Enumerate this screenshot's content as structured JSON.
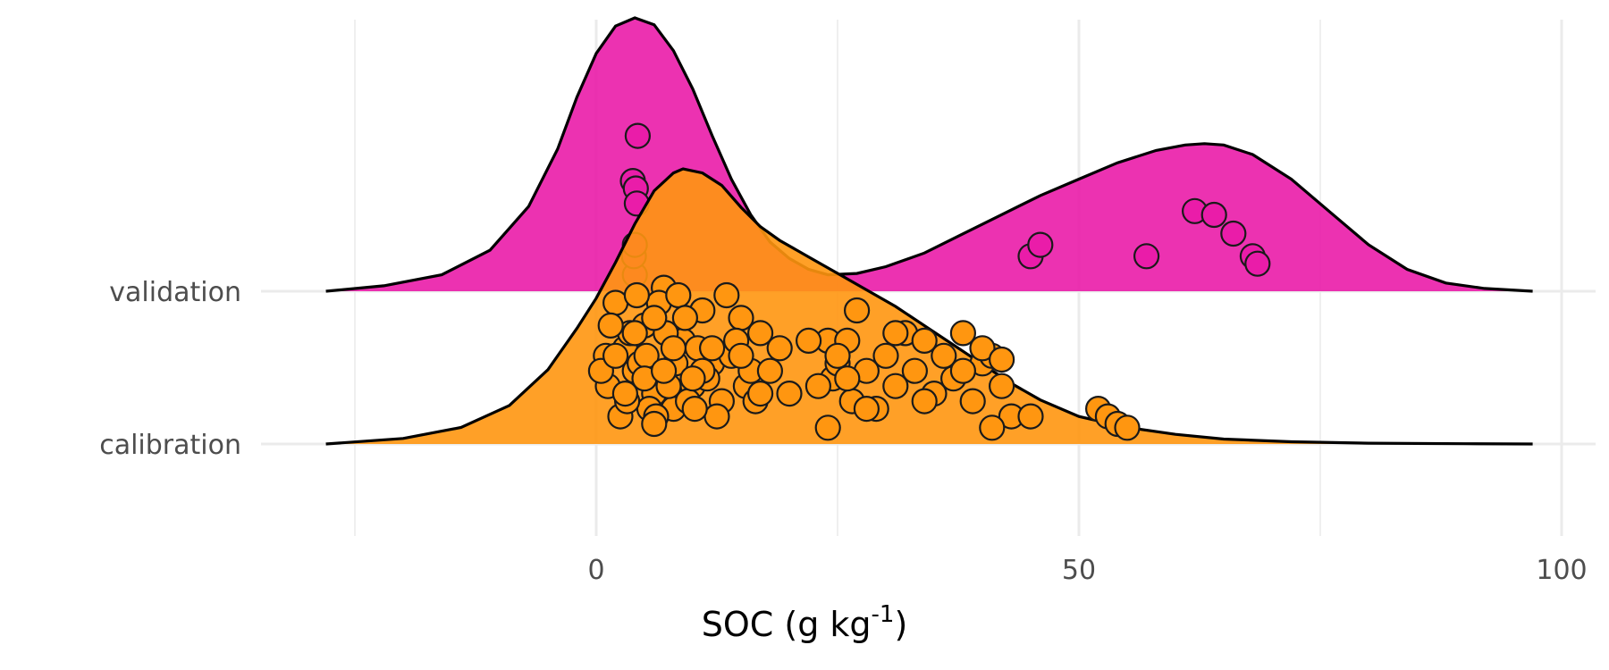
{
  "chart_data": {
    "type": "ridgeline",
    "xlabel": {
      "main": "SOC (g kg",
      "sup": "-1",
      "end": ")"
    },
    "x_ticks": [
      0,
      50,
      100
    ],
    "x_range": [
      -28,
      104
    ],
    "grid": true,
    "legend": "none",
    "groups": [
      {
        "name": "calibration",
        "fill": "#ff9610",
        "density": [
          [
            -28,
            0.0
          ],
          [
            -20,
            0.02
          ],
          [
            -14,
            0.06
          ],
          [
            -9,
            0.14
          ],
          [
            -5,
            0.27
          ],
          [
            -2,
            0.42
          ],
          [
            0,
            0.53
          ],
          [
            2,
            0.66
          ],
          [
            4,
            0.8
          ],
          [
            6,
            0.92
          ],
          [
            8,
            0.985
          ],
          [
            9,
            1.0
          ],
          [
            11,
            0.985
          ],
          [
            13,
            0.94
          ],
          [
            15,
            0.86
          ],
          [
            17,
            0.79
          ],
          [
            19,
            0.74
          ],
          [
            22,
            0.68
          ],
          [
            25,
            0.62
          ],
          [
            28,
            0.56
          ],
          [
            31,
            0.5
          ],
          [
            34,
            0.43
          ],
          [
            37,
            0.36
          ],
          [
            40,
            0.29
          ],
          [
            43,
            0.22
          ],
          [
            46,
            0.16
          ],
          [
            50,
            0.1
          ],
          [
            55,
            0.06
          ],
          [
            60,
            0.035
          ],
          [
            65,
            0.018
          ],
          [
            72,
            0.008
          ],
          [
            80,
            0.003
          ],
          [
            90,
            0.001
          ],
          [
            97,
            0.0
          ]
        ],
        "points": [
          [
            2,
            1.7
          ],
          [
            3,
            1.1
          ],
          [
            4,
            0.8
          ],
          [
            5,
            1.4
          ],
          [
            6,
            0.5
          ],
          [
            7,
            1.9
          ],
          [
            8,
            0.3
          ],
          [
            9,
            1.2
          ],
          [
            10,
            0.6
          ],
          [
            11,
            1.6
          ],
          [
            12,
            0.9
          ],
          [
            13,
            0.4
          ],
          [
            14,
            1.0
          ],
          [
            15,
            1.5
          ],
          [
            2.5,
            0.2
          ],
          [
            3.5,
            1.3
          ],
          [
            4.5,
            0.9
          ],
          [
            5.5,
            0.3
          ],
          [
            6.5,
            1.7
          ],
          [
            7.5,
            0.6
          ],
          [
            8.5,
            1.8
          ],
          [
            9.5,
            0.4
          ],
          [
            10.5,
            1.1
          ],
          [
            11.5,
            0.7
          ],
          [
            12.5,
            0.2
          ],
          [
            13.5,
            1.8
          ],
          [
            1,
            1.0
          ],
          [
            1.2,
            0.6
          ],
          [
            1.5,
            1.4
          ],
          [
            0.5,
            0.8
          ],
          [
            3.2,
            0.4
          ],
          [
            4.2,
            1.8
          ],
          [
            5.2,
            1.0
          ],
          [
            6.2,
            0.2
          ],
          [
            7.2,
            1.3
          ],
          [
            8.2,
            0.9
          ],
          [
            9.2,
            1.5
          ],
          [
            10.2,
            0.3
          ],
          [
            14.5,
            1.2
          ],
          [
            15.5,
            0.6
          ],
          [
            16,
            0.8
          ],
          [
            16.5,
            0.4
          ],
          [
            17,
            1.3
          ],
          [
            18,
            0.8
          ],
          [
            20,
            0.5
          ],
          [
            19,
            1.1
          ],
          [
            24,
            1.2
          ],
          [
            24.5,
            0.7
          ],
          [
            25,
            0.9
          ],
          [
            26,
            1.2
          ],
          [
            26.5,
            0.4
          ],
          [
            27,
            1.6
          ],
          [
            28,
            0.8
          ],
          [
            29,
            0.3
          ],
          [
            30,
            1.0
          ],
          [
            31,
            0.6
          ],
          [
            32,
            1.3
          ],
          [
            33,
            0.8
          ],
          [
            34,
            1.2
          ],
          [
            35,
            0.5
          ],
          [
            36,
            1.0
          ],
          [
            37,
            0.7
          ],
          [
            38,
            1.3
          ],
          [
            39,
            0.4
          ],
          [
            40,
            0.9
          ],
          [
            41,
            1.0
          ],
          [
            42,
            0.6
          ],
          [
            43,
            0.2
          ],
          [
            45,
            0.2
          ],
          [
            52,
            0.3
          ],
          [
            53,
            0.2
          ],
          [
            54,
            0.1
          ],
          [
            55,
            0.05
          ],
          [
            41,
            0.05
          ],
          [
            24,
            0.05
          ],
          [
            6,
            0.1
          ],
          [
            3,
            0.5
          ],
          [
            5,
            0.7
          ],
          [
            7,
            0.8
          ],
          [
            11,
            0.8
          ],
          [
            12,
            1.1
          ],
          [
            15,
            1.0
          ],
          [
            17,
            0.5
          ],
          [
            23,
            0.6
          ],
          [
            28,
            0.3
          ],
          [
            31,
            1.3
          ],
          [
            34,
            0.4
          ],
          [
            38,
            0.8
          ],
          [
            40,
            1.1
          ],
          [
            42,
            0.95
          ],
          [
            2,
            1.0
          ],
          [
            4,
            1.3
          ],
          [
            6,
            1.5
          ],
          [
            8,
            1.1
          ],
          [
            10,
            0.7
          ],
          [
            26,
            0.7
          ],
          [
            25,
            1.0
          ],
          [
            22,
            1.2
          ]
        ]
      },
      {
        "name": "validation",
        "fill": "#ea1ca9",
        "density": [
          [
            -28,
            0.0
          ],
          [
            -22,
            0.02
          ],
          [
            -16,
            0.06
          ],
          [
            -11,
            0.15
          ],
          [
            -7,
            0.31
          ],
          [
            -4,
            0.52
          ],
          [
            -2,
            0.71
          ],
          [
            0,
            0.87
          ],
          [
            2,
            0.97
          ],
          [
            4,
            1.0
          ],
          [
            6,
            0.975
          ],
          [
            8,
            0.88
          ],
          [
            10,
            0.74
          ],
          [
            12,
            0.57
          ],
          [
            14,
            0.41
          ],
          [
            16,
            0.28
          ],
          [
            18,
            0.18
          ],
          [
            20,
            0.12
          ],
          [
            22,
            0.08
          ],
          [
            24,
            0.06
          ],
          [
            27,
            0.065
          ],
          [
            30,
            0.09
          ],
          [
            34,
            0.14
          ],
          [
            38,
            0.21
          ],
          [
            42,
            0.28
          ],
          [
            46,
            0.35
          ],
          [
            50,
            0.41
          ],
          [
            54,
            0.47
          ],
          [
            58,
            0.515
          ],
          [
            61,
            0.535
          ],
          [
            63,
            0.54
          ],
          [
            65,
            0.535
          ],
          [
            68,
            0.5
          ],
          [
            72,
            0.41
          ],
          [
            76,
            0.29
          ],
          [
            80,
            0.17
          ],
          [
            84,
            0.08
          ],
          [
            88,
            0.03
          ],
          [
            92,
            0.01
          ],
          [
            97,
            0.0
          ]
        ],
        "points": [
          [
            4,
            0.05
          ],
          [
            4.3,
            1.9
          ],
          [
            3.8,
            1.3
          ],
          [
            4.1,
            1.2
          ],
          [
            4.2,
            1.0
          ],
          [
            3.9,
            0.3
          ],
          [
            4,
            0.45
          ],
          [
            45,
            0.3
          ],
          [
            46,
            0.45
          ],
          [
            57,
            0.3
          ],
          [
            62,
            0.9
          ],
          [
            64,
            0.85
          ],
          [
            66,
            0.6
          ],
          [
            68,
            0.3
          ],
          [
            68.5,
            0.2
          ]
        ]
      }
    ]
  }
}
